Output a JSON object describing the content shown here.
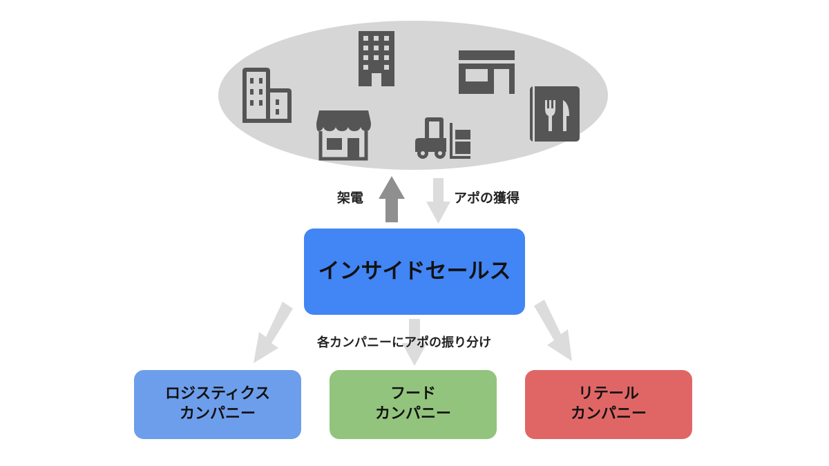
{
  "colors": {
    "ellipse": "#d6d6d6",
    "icon": "#555555",
    "arrow_dark": "#8f8f8f",
    "arrow_light": "#dcdcdc",
    "main": "#4285f4",
    "logistics": "#6d9eeb",
    "food": "#93c47d",
    "retail": "#e06666"
  },
  "icons": [
    "office-buildings-icon",
    "apartment-building-icon",
    "warehouse-icon",
    "restaurant-icon",
    "storefront-icon",
    "forklift-icon"
  ],
  "labels": {
    "call": "架電",
    "appointment": "アポの獲得",
    "distribute": "各カンパニーにアポの振り分け"
  },
  "main_box": {
    "title": "インサイドセールス"
  },
  "companies": [
    {
      "line1": "ロジスティクス",
      "line2": "カンパニー"
    },
    {
      "line1": "フード",
      "line2": "カンパニー"
    },
    {
      "line1": "リテール",
      "line2": "カンパニー"
    }
  ]
}
